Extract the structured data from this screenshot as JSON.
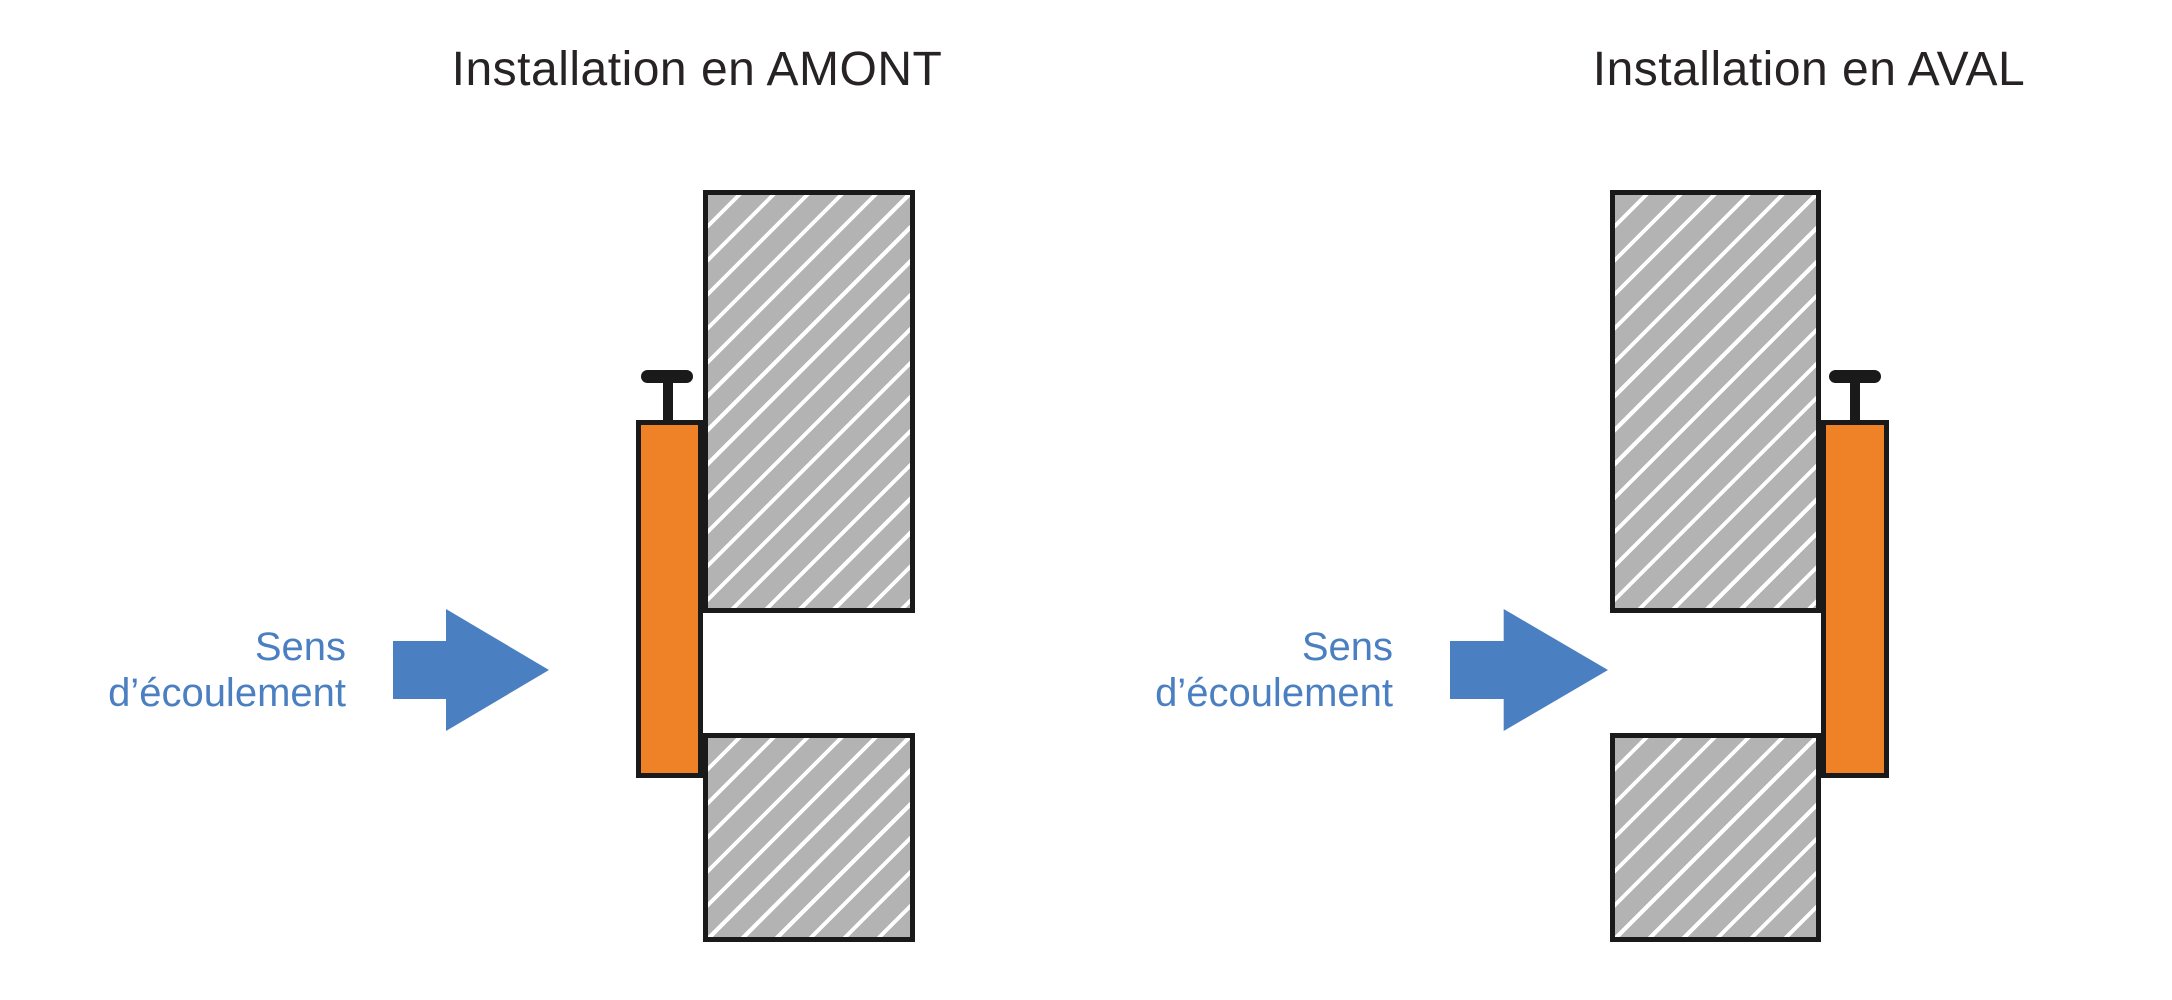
{
  "colors": {
    "background": "#ffffff",
    "title-text": "#272325",
    "blue": "#4a7fc1",
    "orange": "#ef8227",
    "wall-gray": "#b3b3b3",
    "hatch-line": "#ffffff",
    "outline": "#1a1a1a"
  },
  "diagrams": [
    {
      "title": "Installation en AMONT",
      "flow_label": {
        "line1": "Sens",
        "line2": "d’écoulement"
      }
    },
    {
      "title": "Installation en AVAL",
      "flow_label": {
        "line1": "Sens",
        "line2": "d’écoulement"
      }
    }
  ]
}
